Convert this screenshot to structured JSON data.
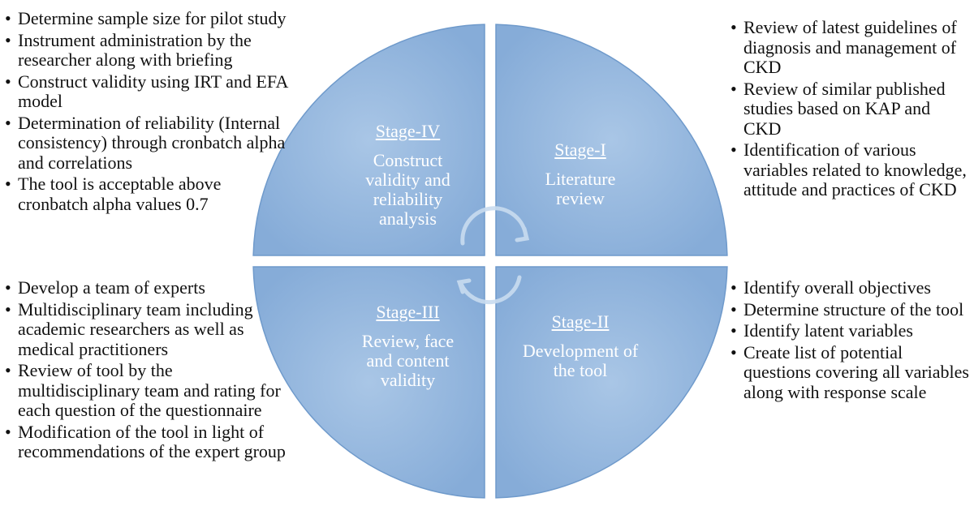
{
  "colors": {
    "quadrant_fill": "#8fb4dc",
    "quadrant_edge": "#6f9acb",
    "stage_text": "#ffffff",
    "body_text": "#111111"
  },
  "stages": {
    "stage4": {
      "title": "Stage-IV",
      "description": "Construct\nvalidity and\nreliability\nanalysis"
    },
    "stage1": {
      "title": "Stage-I",
      "description": "Literature\nreview"
    },
    "stage3": {
      "title": "Stage-III",
      "description": "Review, face\nand content\nvalidity"
    },
    "stage2": {
      "title": "Stage-II",
      "description": "Development of\nthe tool"
    }
  },
  "center_icon": "circular-arrows-icon",
  "bullets": {
    "top_left": [
      "Determine sample size for pilot study",
      "Instrument administration by the researcher along with briefing",
      "Construct validity using IRT and EFA model",
      "Determination of reliability (Internal consistency) through cronbatch alpha and correlations",
      "The tool is acceptable above cronbatch alpha values 0.7"
    ],
    "top_right": [
      "Review of latest guidelines of diagnosis and management of CKD",
      "Review of similar published studies based on KAP and CKD",
      "Identification of various variables related to knowledge, attitude and practices of CKD"
    ],
    "bottom_left": [
      "Develop a team of experts",
      "Multidisciplinary team including academic researchers as well as medical practitioners",
      "Review of tool by the multidisciplinary team and rating for each question of the questionnaire",
      "Modification of the tool in light of recommendations of the expert group"
    ],
    "bottom_right": [
      "Identify overall objectives",
      "Determine structure of the tool",
      "Identify latent variables",
      "Create list of potential questions covering all variables along with response scale"
    ]
  }
}
